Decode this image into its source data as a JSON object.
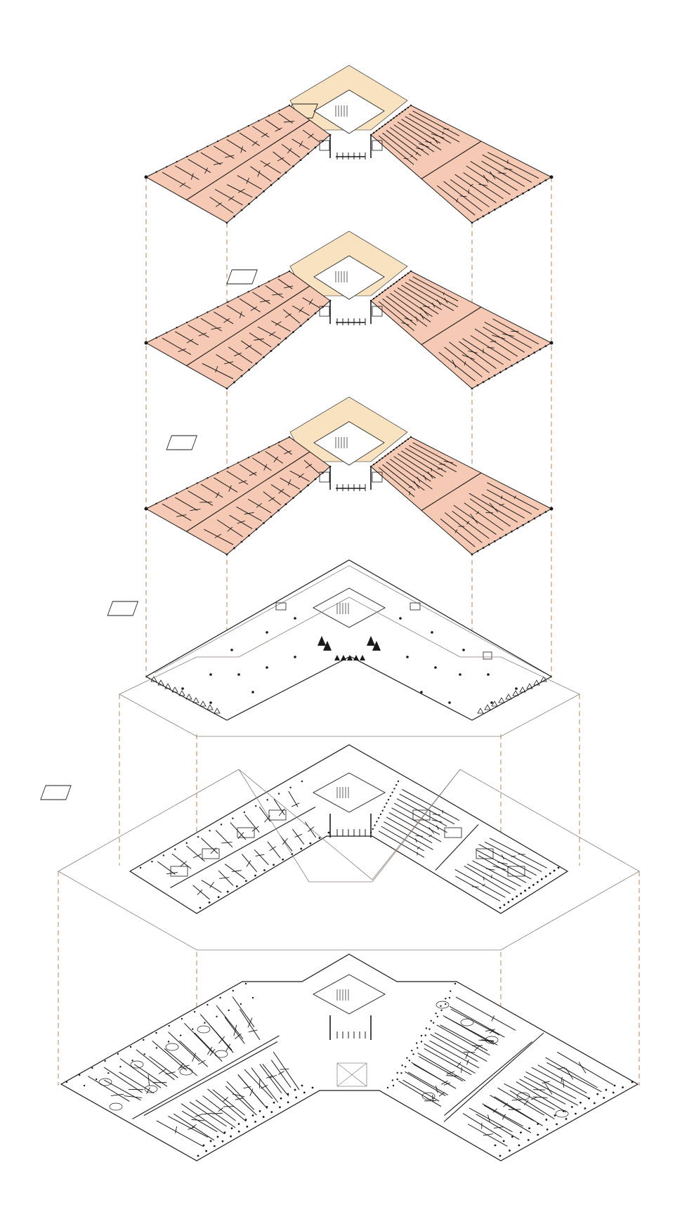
{
  "diagram": {
    "kind": "exploded axonometric floor stack",
    "text_labels": [],
    "colors": {
      "rooms_fill": "#f6c9b4",
      "amenity_fill": "#f8e2bf",
      "core_fill": "#ffffff",
      "linework": "#1a1a1a",
      "thin_outline": "#8a7f78",
      "guide_dash": "#c9a884"
    },
    "levels": [
      {
        "id": "level-6",
        "role": "typical-floor",
        "filled": true
      },
      {
        "id": "level-5",
        "role": "typical-floor",
        "filled": true
      },
      {
        "id": "level-4",
        "role": "typical-floor",
        "filled": true
      },
      {
        "id": "level-3",
        "role": "open-plan-floor",
        "filled": false
      },
      {
        "id": "level-2",
        "role": "partitioned-floor",
        "filled": false
      },
      {
        "id": "level-1",
        "role": "ground-floor",
        "filled": false
      }
    ]
  }
}
